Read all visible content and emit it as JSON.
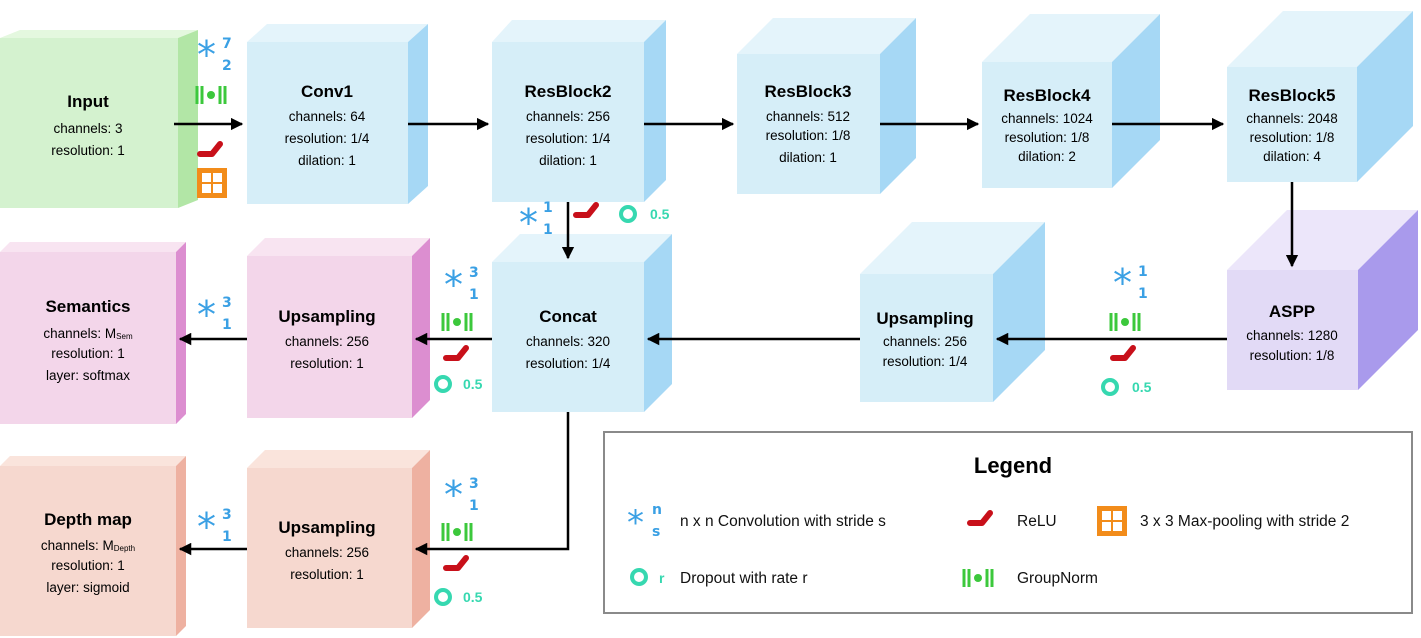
{
  "blocks": [
    {
      "id": "input",
      "title": "Input",
      "lines": [
        "channels: 3",
        "resolution: 1"
      ]
    },
    {
      "id": "conv1",
      "title": "Conv1",
      "lines": [
        "channels: 64",
        "resolution: 1/4",
        "dilation: 1"
      ]
    },
    {
      "id": "resblock2",
      "title": "ResBlock2",
      "lines": [
        "channels: 256",
        "resolution: 1/4",
        "dilation: 1"
      ]
    },
    {
      "id": "resblock3",
      "title": "ResBlock3",
      "lines": [
        "channels: 512",
        "resolution: 1/8",
        "dilation: 1"
      ]
    },
    {
      "id": "resblock4",
      "title": "ResBlock4",
      "lines": [
        "channels: 1024",
        "resolution: 1/8",
        "dilation: 2"
      ]
    },
    {
      "id": "resblock5",
      "title": "ResBlock5",
      "lines": [
        "channels: 2048",
        "resolution: 1/8",
        "dilation: 4"
      ]
    },
    {
      "id": "aspp",
      "title": "ASPP",
      "lines": [
        "channels: 1280",
        "resolution: 1/8"
      ]
    },
    {
      "id": "upsampling-aspp",
      "title": "Upsampling",
      "lines": [
        "channels: 256",
        "resolution: 1/4"
      ]
    },
    {
      "id": "concat",
      "title": "Concat",
      "lines": [
        "channels: 320",
        "resolution: 1/4"
      ]
    },
    {
      "id": "upsampling-sem",
      "title": "Upsampling",
      "lines": [
        "channels: 256",
        "resolution: 1"
      ]
    },
    {
      "id": "semantics",
      "title": "Semantics",
      "lines": [
        "channels: M",
        "resolution: 1",
        "layer: softmax"
      ],
      "subscript": "Sem"
    },
    {
      "id": "upsampling-depth",
      "title": "Upsampling",
      "lines": [
        "channels: 256",
        "resolution: 1"
      ]
    },
    {
      "id": "depthmap",
      "title": "Depth map",
      "lines": [
        "channels: M",
        "resolution: 1",
        "layer: sigmoid"
      ],
      "subscript": "Depth"
    }
  ],
  "conv_labels": [
    {
      "id": "conv-input",
      "n": "7",
      "s": "2"
    },
    {
      "id": "conv-res2",
      "n": "1",
      "s": "1"
    },
    {
      "id": "conv-aspp",
      "n": "1",
      "s": "1"
    },
    {
      "id": "conv-concat",
      "n": "3",
      "s": "1"
    },
    {
      "id": "conv-sem",
      "n": "3",
      "s": "1"
    },
    {
      "id": "conv-upd",
      "n": "3",
      "s": "1"
    },
    {
      "id": "conv-depth",
      "n": "3",
      "s": "1"
    }
  ],
  "dropout_rates": [
    {
      "id": "drop-res2",
      "rate": "0.5"
    },
    {
      "id": "drop-aspp",
      "rate": "0.5"
    },
    {
      "id": "drop-concat",
      "rate": "0.5"
    },
    {
      "id": "drop-depth",
      "rate": "0.5"
    }
  ],
  "legend": {
    "title": "Legend",
    "conv_text": "n x n Convolution with stride s",
    "conv_n": "n",
    "conv_s": "s",
    "relu_text": "ReLU",
    "maxpool_text": "3 x 3 Max-pooling with stride 2",
    "dropout_r": "r",
    "dropout_text": "Dropout with rate r",
    "groupnorm_text": "GroupNorm"
  },
  "colors": {
    "blue_front": "#d6eef8",
    "blue_top": "#e4f4fb",
    "blue_side": "#a6d8f5",
    "green_front": "#d4f2cf",
    "green_top": "#e4f8df",
    "green_side": "#b2e6a6",
    "purple_front": "#e2daf6",
    "purple_top": "#ece6fa",
    "purple_side": "#a99aec",
    "pink_front": "#f3d6ea",
    "pink_top": "#f8e4f1",
    "pink_side": "#dc8ed0",
    "peach_front": "#f6d8cf",
    "peach_top": "#fae4dc",
    "peach_side": "#eeb1a1",
    "conv_symbol": "#3aa0e4",
    "groupnorm": "#3cc83c",
    "relu": "#c8101a",
    "maxpool": "#f28c1a",
    "dropout": "#36d8b0"
  },
  "icons": [
    "convolution-icon",
    "groupnorm-icon",
    "relu-icon",
    "maxpool-icon",
    "dropout-icon"
  ]
}
